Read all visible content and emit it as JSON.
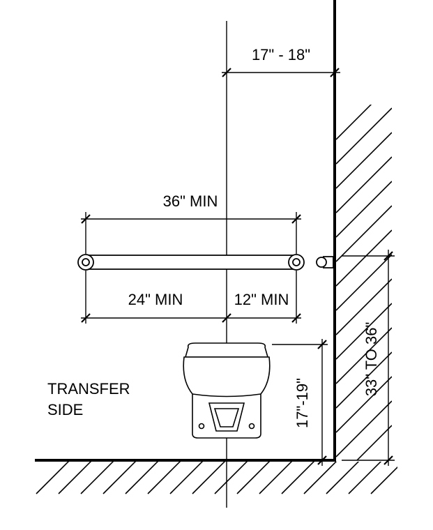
{
  "labels": {
    "seat_to_wall": "17\" - 18\"",
    "bar_length": "36\" MIN",
    "bar_left": "24\" MIN",
    "bar_right": "12\" MIN",
    "seat_height": "17\"-19\"",
    "bar_height": "33\" TO 36\"",
    "transfer_line1": "TRANSFER",
    "transfer_line2": "SIDE"
  },
  "colors": {
    "ink": "#000000",
    "paper": "#ffffff"
  }
}
